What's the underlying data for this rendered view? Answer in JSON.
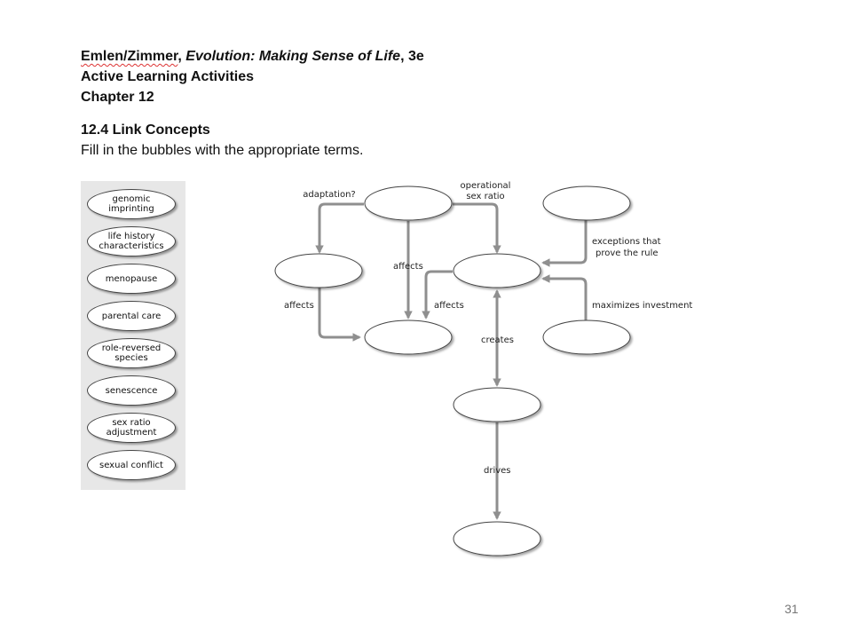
{
  "header": {
    "author": "Emlen/Zimmer",
    "sep": ", ",
    "book_title": "Evolution: Making Sense of Life",
    "edition": ", 3e",
    "line2": "Active Learning Activities",
    "line3": "Chapter 12"
  },
  "section_title": "12.4 Link Concepts",
  "instruction": "Fill in the bubbles with the appropriate terms.",
  "terms": [
    "genomic\nimprinting",
    "life history\ncharacteristics",
    "menopause",
    "parental care",
    "role-reversed\nspecies",
    "senescence",
    "sex ratio\nadjustment",
    "sexual conflict"
  ],
  "map_labels": {
    "adaptation": "adaptation?",
    "operational_1": "operational",
    "operational_2": "sex ratio",
    "exceptions_1": "exceptions that",
    "exceptions_2": "prove the rule",
    "affects_center": "affects",
    "affects_left": "affects",
    "affects_right": "affects",
    "maximizes": "maximizes investment",
    "creates": "creates",
    "drives": "drives"
  },
  "page_number": "31",
  "colors": {
    "arrow": "#8f8f8f",
    "panel": "#e7e7e7"
  }
}
